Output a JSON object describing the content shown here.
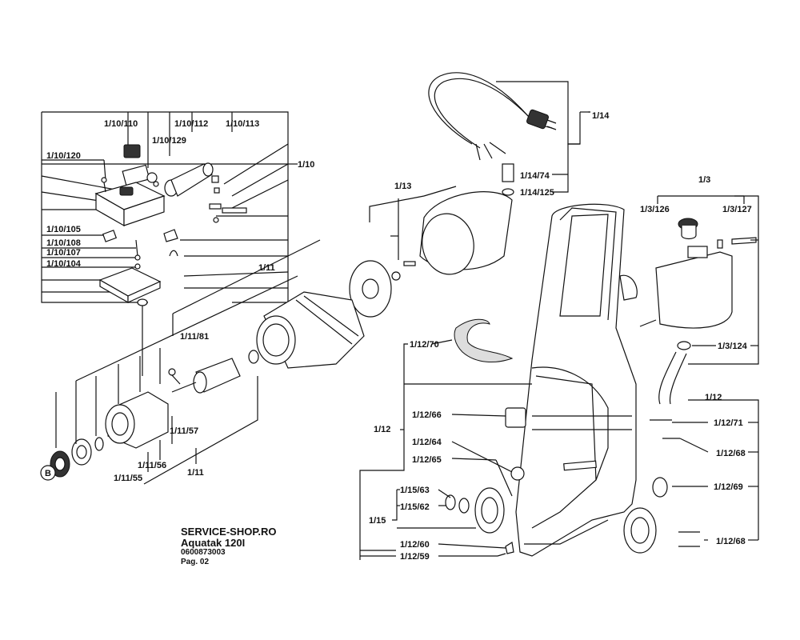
{
  "labels": {
    "l_1_10_110": "1/10/110",
    "l_1_10_112": "1/10/112",
    "l_1_10_113": "1/10/113",
    "l_1_10_129": "1/10/129",
    "l_1_10_120": "1/10/120",
    "l_1_10": "1/10",
    "l_1_10_105": "1/10/105",
    "l_1_10_108": "1/10/108",
    "l_1_10_107": "1/10/107",
    "l_1_10_104": "1/10/104",
    "l_1_14": "1/14",
    "l_1_14_74": "1/14/74",
    "l_1_14_125": "1/14/125",
    "l_1_13": "1/13",
    "l_1_3": "1/3",
    "l_1_3_126": "1/3/126",
    "l_1_3_127": "1/3/127",
    "l_1_3_124": "1/3/124",
    "l_1_11_top": "1/11",
    "l_1_11_81": "1/11/81",
    "l_1_11_57": "1/11/57",
    "l_1_11_56": "1/11/56",
    "l_1_11_55": "1/11/55",
    "l_1_11_bot": "1/11",
    "l_B": "B",
    "l_1_12_70": "1/12/70",
    "l_1_12_66": "1/12/66",
    "l_1_12_left": "1/12",
    "l_1_12_64": "1/12/64",
    "l_1_12_65": "1/12/65",
    "l_1_15_63": "1/15/63",
    "l_1_15_62": "1/15/62",
    "l_1_15": "1/15",
    "l_1_12_60": "1/12/60",
    "l_1_12_59": "1/12/59",
    "l_1_12_right": "1/12",
    "l_1_12_71": "1/12/71",
    "l_1_12_68a": "1/12/68",
    "l_1_12_69": "1/12/69",
    "l_1_12_68b": "1/12/68"
  },
  "footer": {
    "shop": "SERVICE-SHOP.RO",
    "model": "Aquatak 120I",
    "part_number": "0600873003",
    "page": "Pag. 02"
  }
}
